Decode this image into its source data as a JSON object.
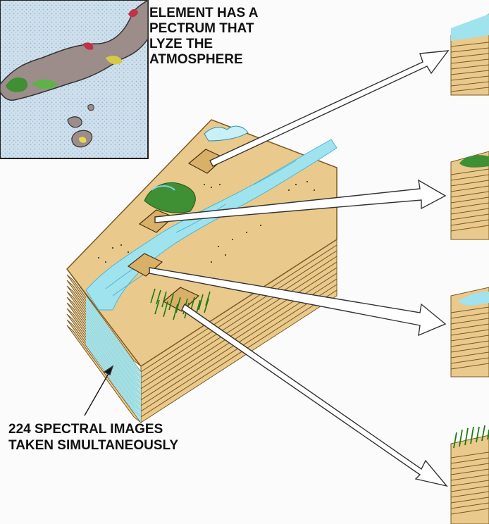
{
  "top_text": [
    "ELEMENT HAS A",
    "PECTRUM THAT",
    "LYZE THE",
    "ATMOSPHERE"
  ],
  "bottom_label": [
    "224 SPECTRAL IMAGES",
    "TAKEN SIMULTANEOUSLY"
  ],
  "colors": {
    "background": "#fbfbfb",
    "land": "#e9c98c",
    "stack_edge": "#7a5a22",
    "river": "#9fe3ee",
    "river_line": "#4fb5cf",
    "forest": "#2e9e1c",
    "map_sea": "#c9dbe8",
    "map_land": "#9c8c8a",
    "arrow_fill": "#ffffff",
    "arrow_stroke": "#333333"
  },
  "icons": [
    "inset-map",
    "hyperspectral-cube",
    "spectral-stack",
    "pointer-arrow"
  ]
}
